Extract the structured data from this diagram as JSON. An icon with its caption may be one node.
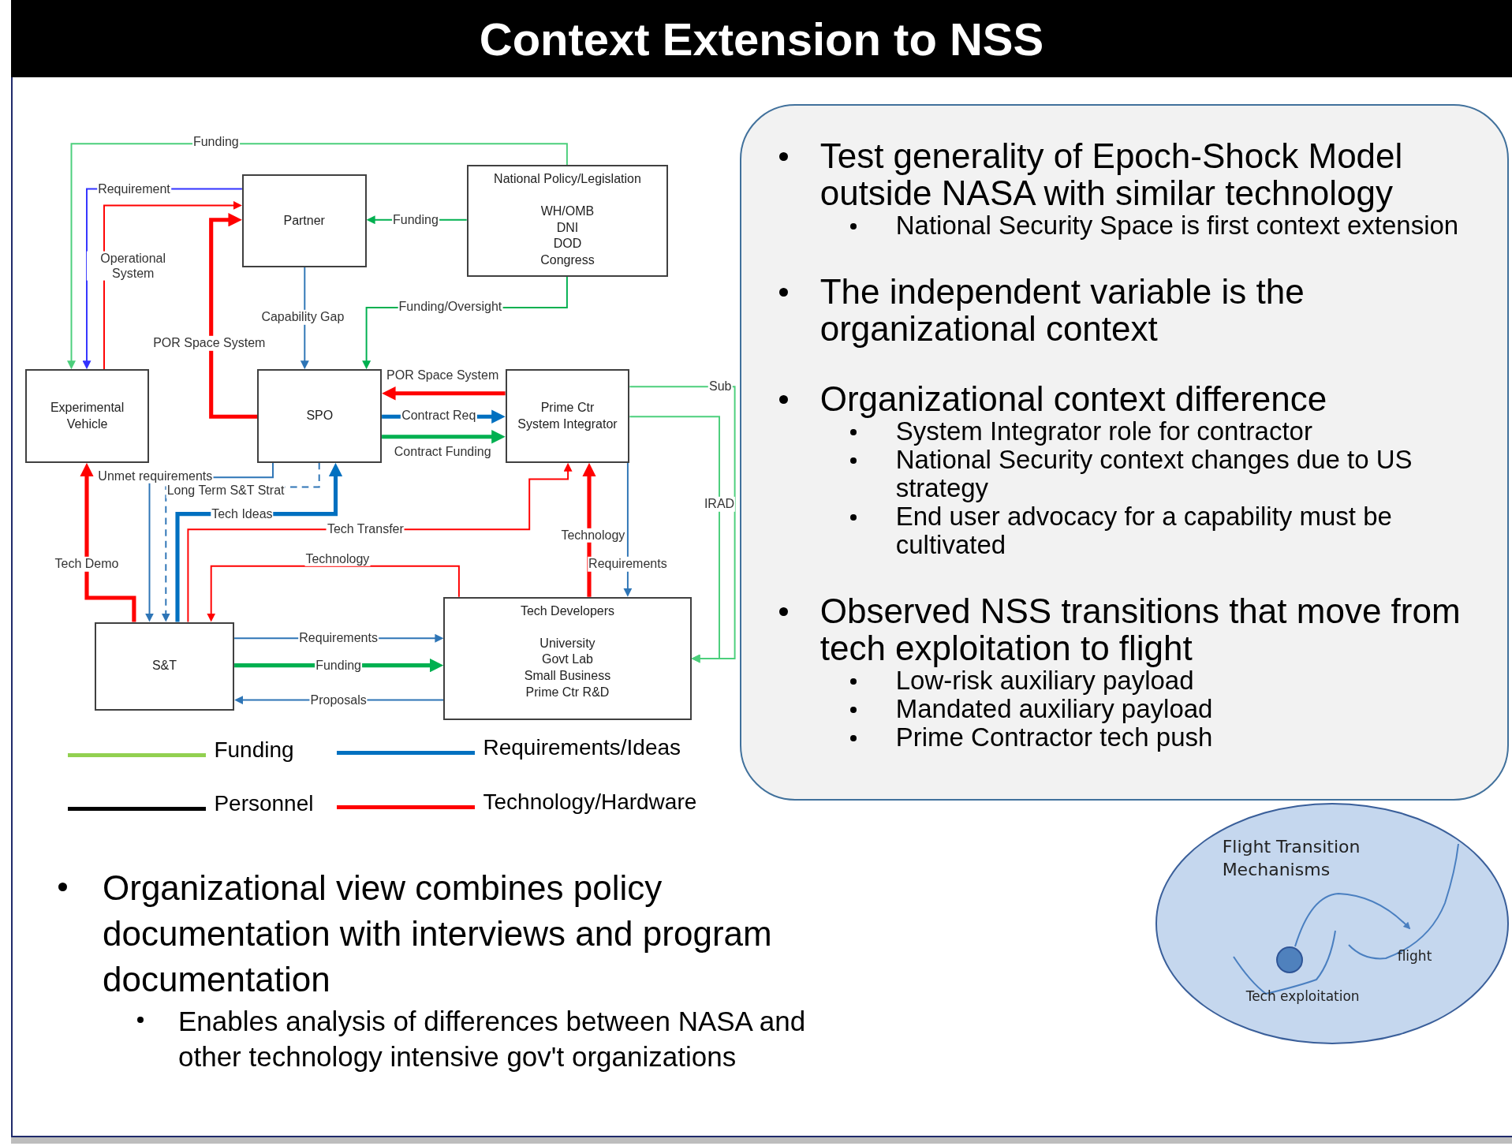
{
  "diagram": {
    "title": "Context Extension to NSS",
    "nodes": [
      {
        "text": [
          "Partner"
        ]
      },
      {
        "text": [
          "National Policy/Legislation",
          "WH/OMB",
          "DNI",
          "DOD",
          "Congress"
        ]
      },
      {
        "text": [
          "Experimental Vehicle"
        ]
      },
      {
        "text": [
          "SPO"
        ]
      },
      {
        "text": [
          "Prime Ctr",
          "System Integrator"
        ]
      },
      {
        "text": [
          "S&T"
        ]
      },
      {
        "text": [
          "Tech Developers",
          "University",
          "Govt Lab",
          "Small Business",
          "Prime Ctr R&D"
        ]
      },
      {
        "text": [
          "Test generality of Epoch-Shock Model outside NASA with similar technology",
          "National Security Space is first context extension",
          "The independent variable is the organizational context",
          "Organizational context difference",
          "System Integrator role for contractor",
          "National Security context changes due to US strategy",
          "End user advocacy for a capability must be cultivated",
          "Observed NSS transitions that move from tech exploitation to flight",
          "Low-risk auxiliary payload",
          "Mandated auxiliary payload",
          "Prime Contractor tech push"
        ]
      },
      {
        "text": [
          "Flight Transition Mechanisms",
          "flight",
          "Tech exploitation"
        ]
      }
    ],
    "edges": [
      {
        "from": 1,
        "to": 2,
        "arrow": "to",
        "label": "Funding",
        "color": "#4ccf7c"
      },
      {
        "from": 0,
        "to": 2,
        "arrow": "to",
        "label": "Requirement",
        "color": "#3333ff"
      },
      {
        "from": 2,
        "to": 0,
        "arrow": "to",
        "label": "Operational System",
        "color": "#ff0000"
      },
      {
        "from": 3,
        "to": 0,
        "arrow": "to",
        "label": "POR Space System",
        "color": "#ff0000",
        "style": "thick"
      },
      {
        "from": 1,
        "to": 0,
        "arrow": "to",
        "label": "Funding",
        "color": "#00b050"
      },
      {
        "from": 0,
        "to": 3,
        "arrow": "to",
        "label": "Capability Gap",
        "color": "#2e75b6"
      },
      {
        "from": 1,
        "to": 3,
        "arrow": "to",
        "label": "Funding/Oversight",
        "color": "#00b050"
      },
      {
        "from": 4,
        "to": 3,
        "arrow": "to",
        "label": "POR Space System",
        "color": "#ff0000",
        "style": "thick"
      },
      {
        "from": 3,
        "to": 4,
        "arrow": "to",
        "label": "Contract Req",
        "color": "#0070c0",
        "style": "thick"
      },
      {
        "from": 3,
        "to": 4,
        "arrow": "to",
        "label": "Contract Funding",
        "color": "#00b050",
        "style": "thick"
      },
      {
        "from": 3,
        "to": 5,
        "arrow": "to",
        "label": "Unmet requirements",
        "color": "#2e75b6"
      },
      {
        "from": 3,
        "to": 5,
        "arrow": "to",
        "label": "Long Term S&T Strat",
        "color": "#2e75b6",
        "style": "dashed"
      },
      {
        "from": 5,
        "to": 3,
        "arrow": "to",
        "label": "Tech Ideas",
        "color": "#0070c0",
        "style": "thick"
      },
      {
        "from": 5,
        "to": 4,
        "arrow": "to",
        "label": "Tech Transfer",
        "color": "#ff0000"
      },
      {
        "from": 6,
        "to": 5,
        "arrow": "to",
        "label": "Technology",
        "color": "#ff0000"
      },
      {
        "from": 5,
        "to": 2,
        "arrow": "to",
        "label": "Tech Demo",
        "color": "#ff0000",
        "style": "thick"
      },
      {
        "from": 6,
        "to": 4,
        "arrow": "to",
        "label": "Technology",
        "color": "#ff0000",
        "style": "thick"
      },
      {
        "from": 4,
        "to": 6,
        "arrow": "to",
        "label": "Requirements",
        "color": "#2e75b6"
      },
      {
        "from": 5,
        "to": 6,
        "arrow": "to",
        "label": "Requirements",
        "color": "#2e75b6"
      },
      {
        "from": 5,
        "to": 6,
        "arrow": "to",
        "label": "Funding",
        "color": "#00b050",
        "style": "thick"
      },
      {
        "from": 6,
        "to": 5,
        "arrow": "to",
        "label": "Proposals",
        "color": "#2e75b6"
      },
      {
        "from": 4,
        "to": 6,
        "arrow": "to",
        "label": "Sub",
        "color": "#4ccf7c"
      },
      {
        "from": 4,
        "to": 6,
        "arrow": "to",
        "label": "IRAD",
        "color": "#4ccf7c"
      }
    ],
    "labels": [
      "Organizational view combines policy documentation with interviews and program documentation",
      "Enables analysis of differences between NASA and other technology intensive gov't organizations"
    ],
    "legend": [
      {
        "text": "Funding",
        "color": "#92d050"
      },
      {
        "text": "Requirements/Ideas",
        "color": "#0070c0"
      },
      {
        "text": "Personnel",
        "color": "#000000"
      },
      {
        "text": "Technology/Hardware",
        "color": "#ff0000"
      }
    ]
  }
}
